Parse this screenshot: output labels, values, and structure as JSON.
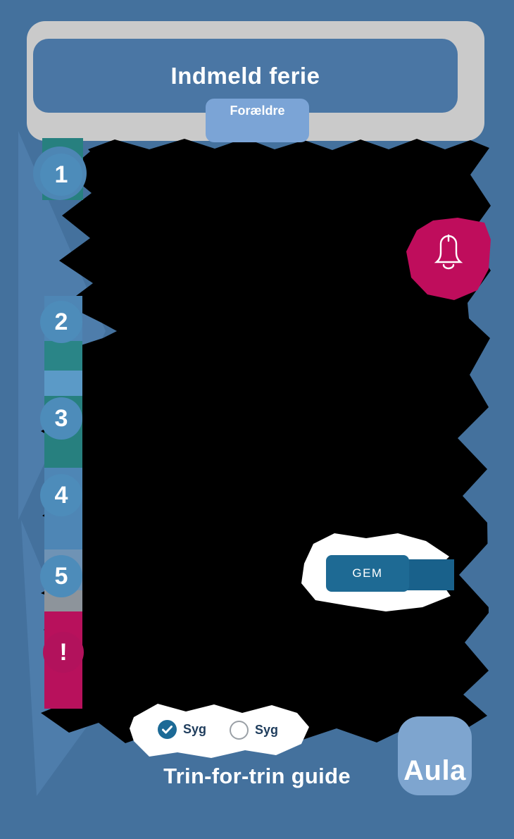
{
  "header": {
    "title": "Indmeld ferie",
    "audience_badge": "Forældre"
  },
  "steps": [
    {
      "label": "1"
    },
    {
      "label": "2"
    },
    {
      "label": "3"
    },
    {
      "label": "4"
    },
    {
      "label": "5"
    },
    {
      "label": "!"
    }
  ],
  "notification": {
    "icon": "bell-icon"
  },
  "form": {
    "save_button_label": "GEM",
    "options": [
      {
        "label": "Syg",
        "selected": true
      },
      {
        "label": "Syg",
        "selected": false
      }
    ]
  },
  "footer": {
    "guide_title": "Trin-for-trin guide",
    "brand": "Aula"
  },
  "colors": {
    "background": "#44719d",
    "frame_gray": "#cacaca",
    "panel_blue": "#4a76a4",
    "badge_blue": "#7ba4d6",
    "step_circle_blue": "#4d8cba",
    "accent_crimson": "#bf0d5c",
    "button_blue": "#1e6a94",
    "ribbon_teal": "#27807f",
    "logo_blue": "#7ea5cf",
    "redaction": "#000000"
  }
}
